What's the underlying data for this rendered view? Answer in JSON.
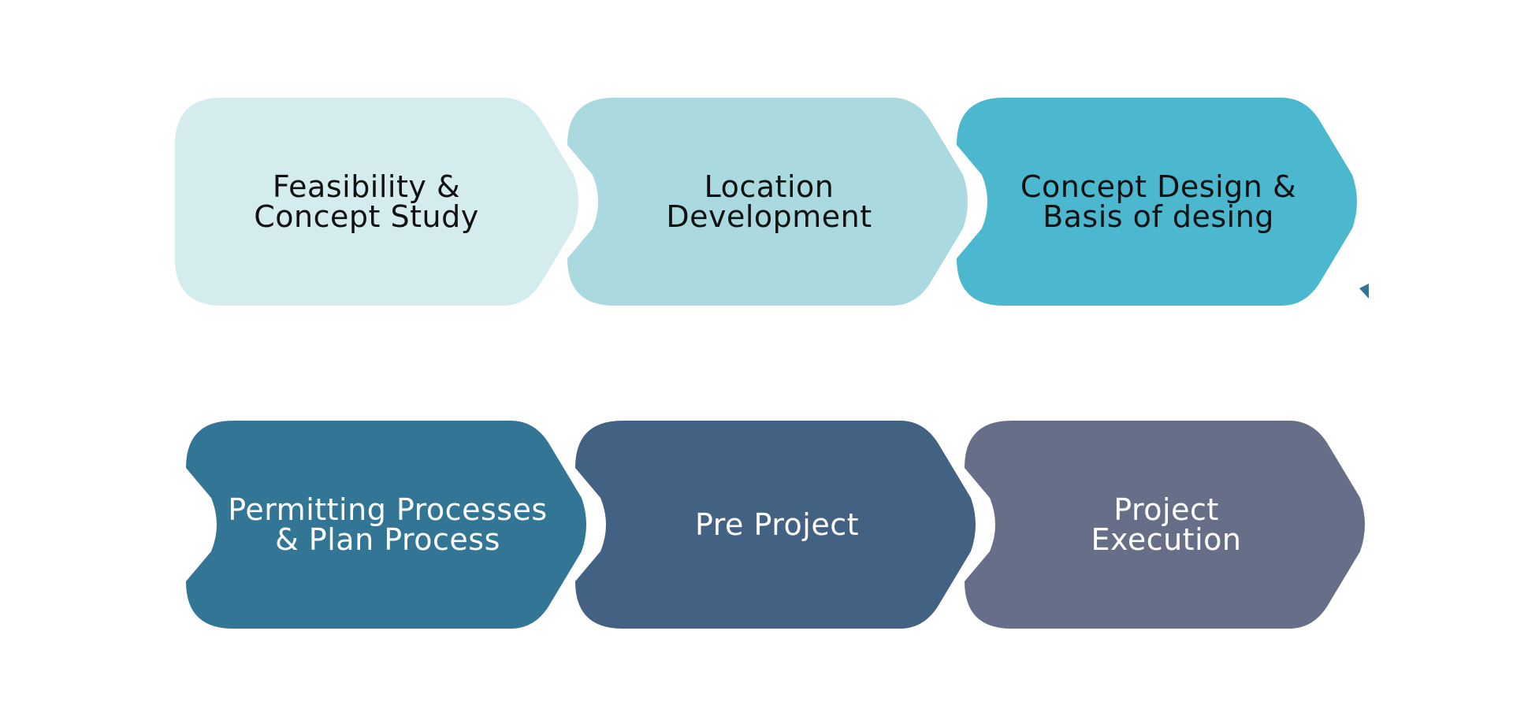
{
  "diagram": {
    "steps": [
      {
        "label": "Feasibility &\nConcept Study",
        "fill": "#d5ecef",
        "text_color": "#111111"
      },
      {
        "label": "Location\nDevelopment",
        "fill": "#aadadf",
        "text_color": "#111111"
      },
      {
        "label": "Concept Design &\nBasis of desing",
        "fill": "#4bb8cf",
        "text_color": "#111111"
      },
      {
        "label": "Permitting Processes\n& Plan Process",
        "fill": "#337595",
        "text_color": "#ffffff"
      },
      {
        "label": "Pre Project",
        "fill": "#436183",
        "text_color": "#ffffff"
      },
      {
        "label": "Project\nExecution",
        "fill": "#676e88",
        "text_color": "#ffffff"
      }
    ],
    "marker_color": "#337595"
  }
}
